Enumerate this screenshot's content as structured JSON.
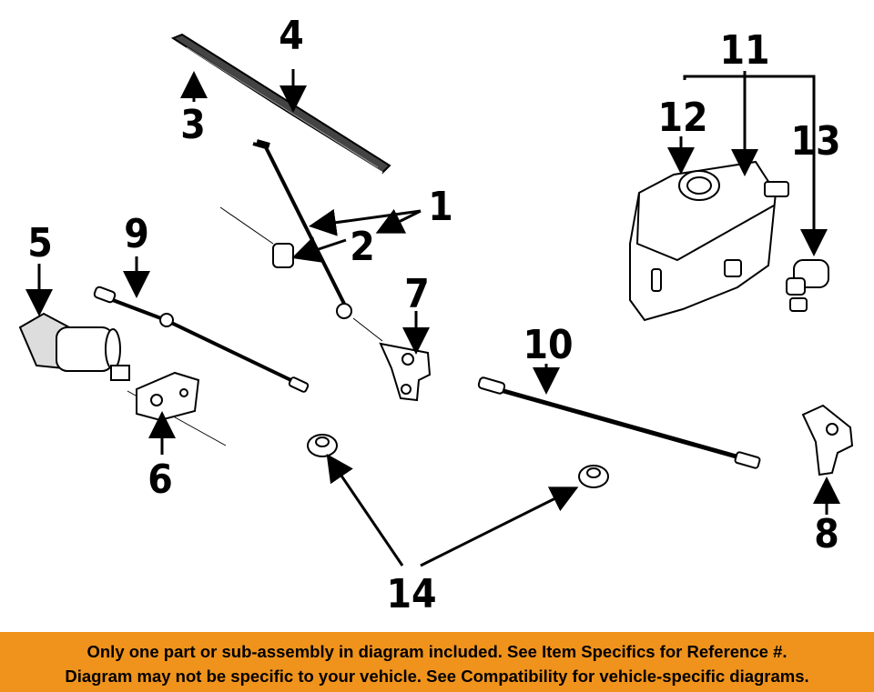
{
  "callouts": {
    "c1": "1",
    "c2": "2",
    "c3": "3",
    "c4": "4",
    "c5": "5",
    "c6": "6",
    "c7": "7",
    "c8": "8",
    "c9": "9",
    "c10": "10",
    "c11": "11",
    "c12": "12",
    "c13": "13",
    "c14": "14"
  },
  "banner": {
    "line1": "Only one part or sub-assembly in diagram included. See Item Specifics for Reference #.",
    "line2": "Diagram may not be specific to your vehicle. See Compatibility for vehicle-specific diagrams."
  },
  "colors": {
    "banner_bg": "#f0931c",
    "ink": "#000000"
  }
}
